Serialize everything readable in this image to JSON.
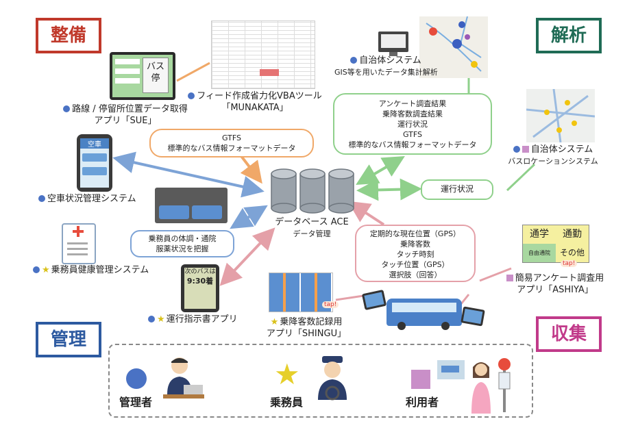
{
  "categories": {
    "seibi": {
      "label": "整備",
      "color": "#c0392b"
    },
    "kaiseki": {
      "label": "解析",
      "color": "#1f6b55"
    },
    "kanri": {
      "label": "管理",
      "color": "#2d5aa0"
    },
    "shushu": {
      "label": "収集",
      "color": "#c13a8a"
    }
  },
  "colors": {
    "staff_circle": "#4a72c4",
    "crew_star": "#e6cf2a",
    "user_square": "#c98fc8",
    "orange_arrow": "#f0a868",
    "green_arrow": "#8fd08b",
    "blue_arrow": "#7da3d6",
    "pink_arrow": "#e4a0a8"
  },
  "nodes": {
    "sue": {
      "line1": "路線 / 停留所位置データ取得",
      "line2": "アプリ「SUE」",
      "screen_text": "バス\n停"
    },
    "vba": {
      "line1": "フィード作成省力化VBAツール",
      "line2": "「MUNAKATA」"
    },
    "gis": {
      "line1": "自治体システム",
      "line2": "GIS等を用いたデータ集計解析"
    },
    "busloc": {
      "line1": "自治体システム",
      "line2": "バスロケーションシステム"
    },
    "vacancy": {
      "line1": "空車状況管理システム",
      "screen_text": "空車"
    },
    "health": {
      "line1": "乗務員健康管理システム"
    },
    "dispatch": {
      "line1": "運行指示書アプリ",
      "screen_line1": "次のバスは",
      "screen_line2": "9:30着"
    },
    "shingu": {
      "line1": "乗降客数記録用",
      "line2": "アプリ「SHINGU」",
      "tap": "tap!"
    },
    "ashiya": {
      "line1": "簡易アンケート調査用",
      "line2": "アプリ「ASHIYA」",
      "opt1": "通学",
      "opt2": "通勤",
      "opt3": "自由通院",
      "opt4": "その他",
      "tap": "tap!"
    },
    "database": {
      "line1": "データベース ACE",
      "line2": "データ管理"
    }
  },
  "bubbles": {
    "gtfs": {
      "lines": [
        "GTFS",
        "標準的なバス情報フォーマットデータ"
      ]
    },
    "analysis": {
      "lines": [
        "アンケート調査結果",
        "乗降客数調査結果",
        "運行状況",
        "GTFS",
        "標準的なバス情報フォーマットデータ"
      ]
    },
    "operation": {
      "lines": [
        "運行状況"
      ]
    },
    "crew_health": {
      "lines": [
        "乗務員の体調・通院",
        "服薬状況を把握"
      ]
    },
    "collect": {
      "lines": [
        "定期的な現在位置（GPS）",
        "乗降客数",
        "タッチ時刻",
        "タッチ位置（GPS）",
        "選択肢（回答）"
      ]
    }
  },
  "legend": {
    "manager": "管理者",
    "crew": "乗務員",
    "user": "利用者"
  }
}
